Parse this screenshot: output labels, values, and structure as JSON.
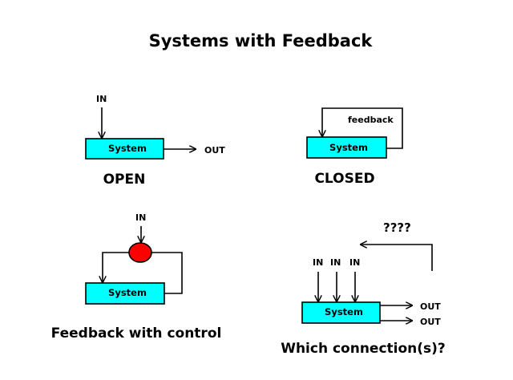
{
  "title": "Systems with Feedback",
  "colors": {
    "system_box": "#00ffff",
    "control_node": "#ff0000",
    "line": "#000000"
  },
  "open": {
    "input": "IN",
    "system": "System",
    "output": "OUT",
    "caption": "OPEN"
  },
  "closed": {
    "feedback": "feedback",
    "system": "System",
    "caption": "CLOSED"
  },
  "control": {
    "input": "IN",
    "system": "System",
    "caption": "Feedback with control"
  },
  "which": {
    "question": "????",
    "inputs": [
      "IN",
      "IN",
      "IN"
    ],
    "system": "System",
    "outputs": [
      "OUT",
      "OUT"
    ],
    "caption": "Which connection(s)?"
  }
}
